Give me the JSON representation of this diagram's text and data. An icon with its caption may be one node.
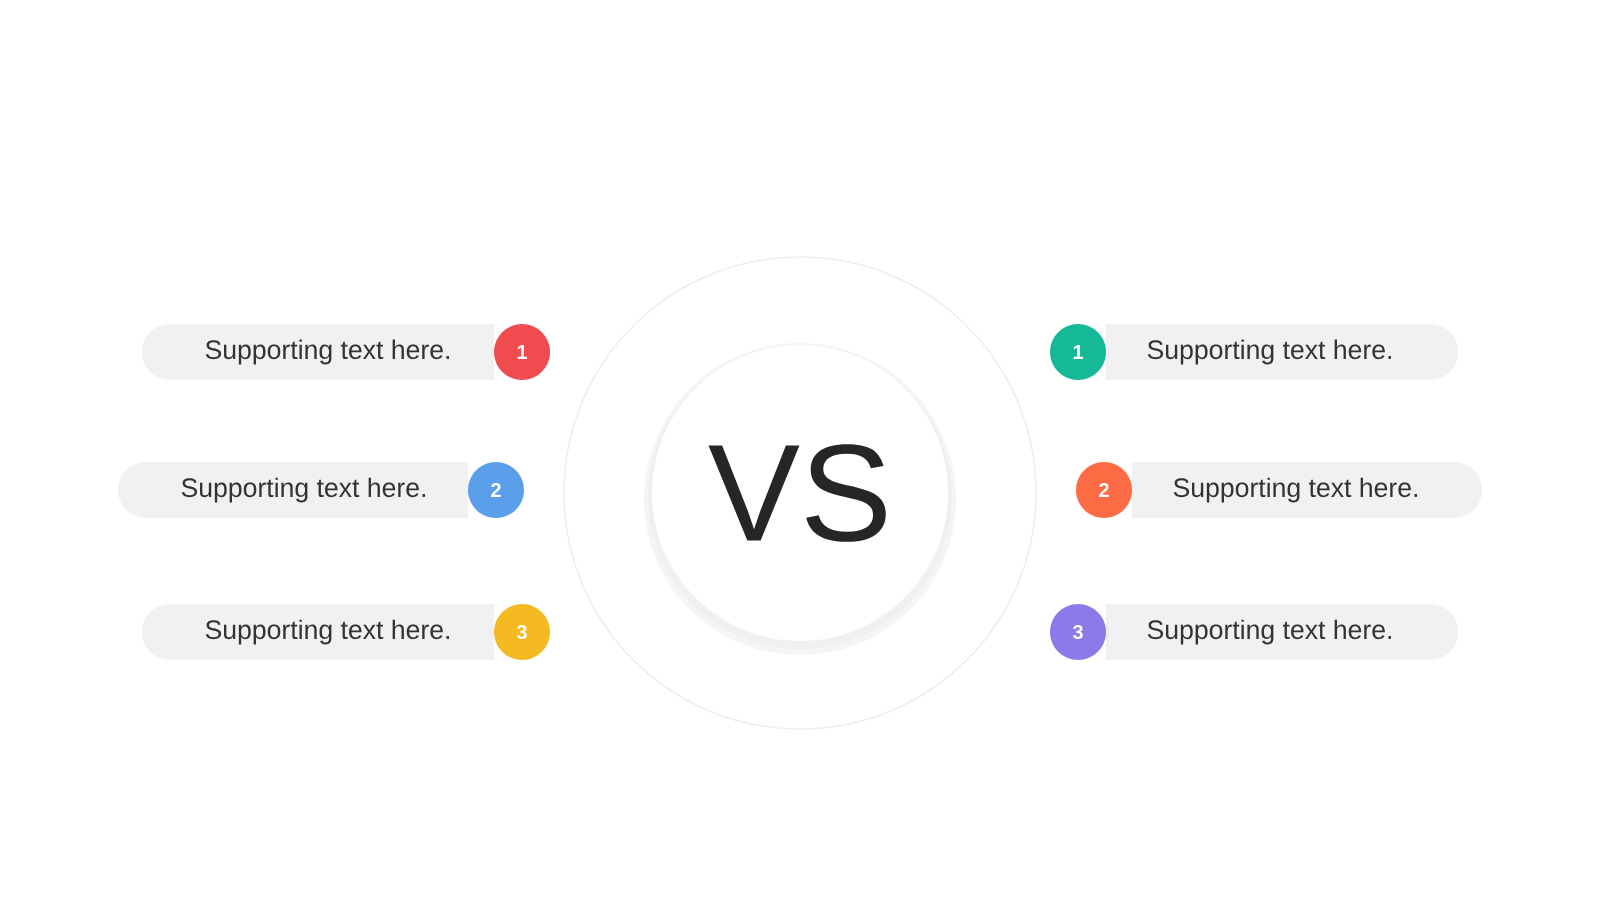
{
  "diagram": {
    "nodes": [
      {
        "text": [],
        "shape": "circle"
      },
      {
        "text": [
          "VS"
        ],
        "in": 0
      },
      {
        "text": [
          "Supporting text here."
        ]
      },
      {
        "text": [
          "1"
        ]
      },
      {
        "text": [
          "1"
        ]
      },
      {
        "text": [
          "Supporting text here."
        ]
      },
      {
        "text": [
          "Supporting text here."
        ]
      },
      {
        "text": [
          "2"
        ]
      },
      {
        "text": [
          "2"
        ]
      },
      {
        "text": [
          "Supporting text here."
        ]
      },
      {
        "text": [
          "Supporting text here."
        ]
      },
      {
        "text": [
          "3"
        ]
      },
      {
        "text": [
          "3"
        ]
      },
      {
        "text": [
          "Supporting text here."
        ]
      }
    ]
  }
}
